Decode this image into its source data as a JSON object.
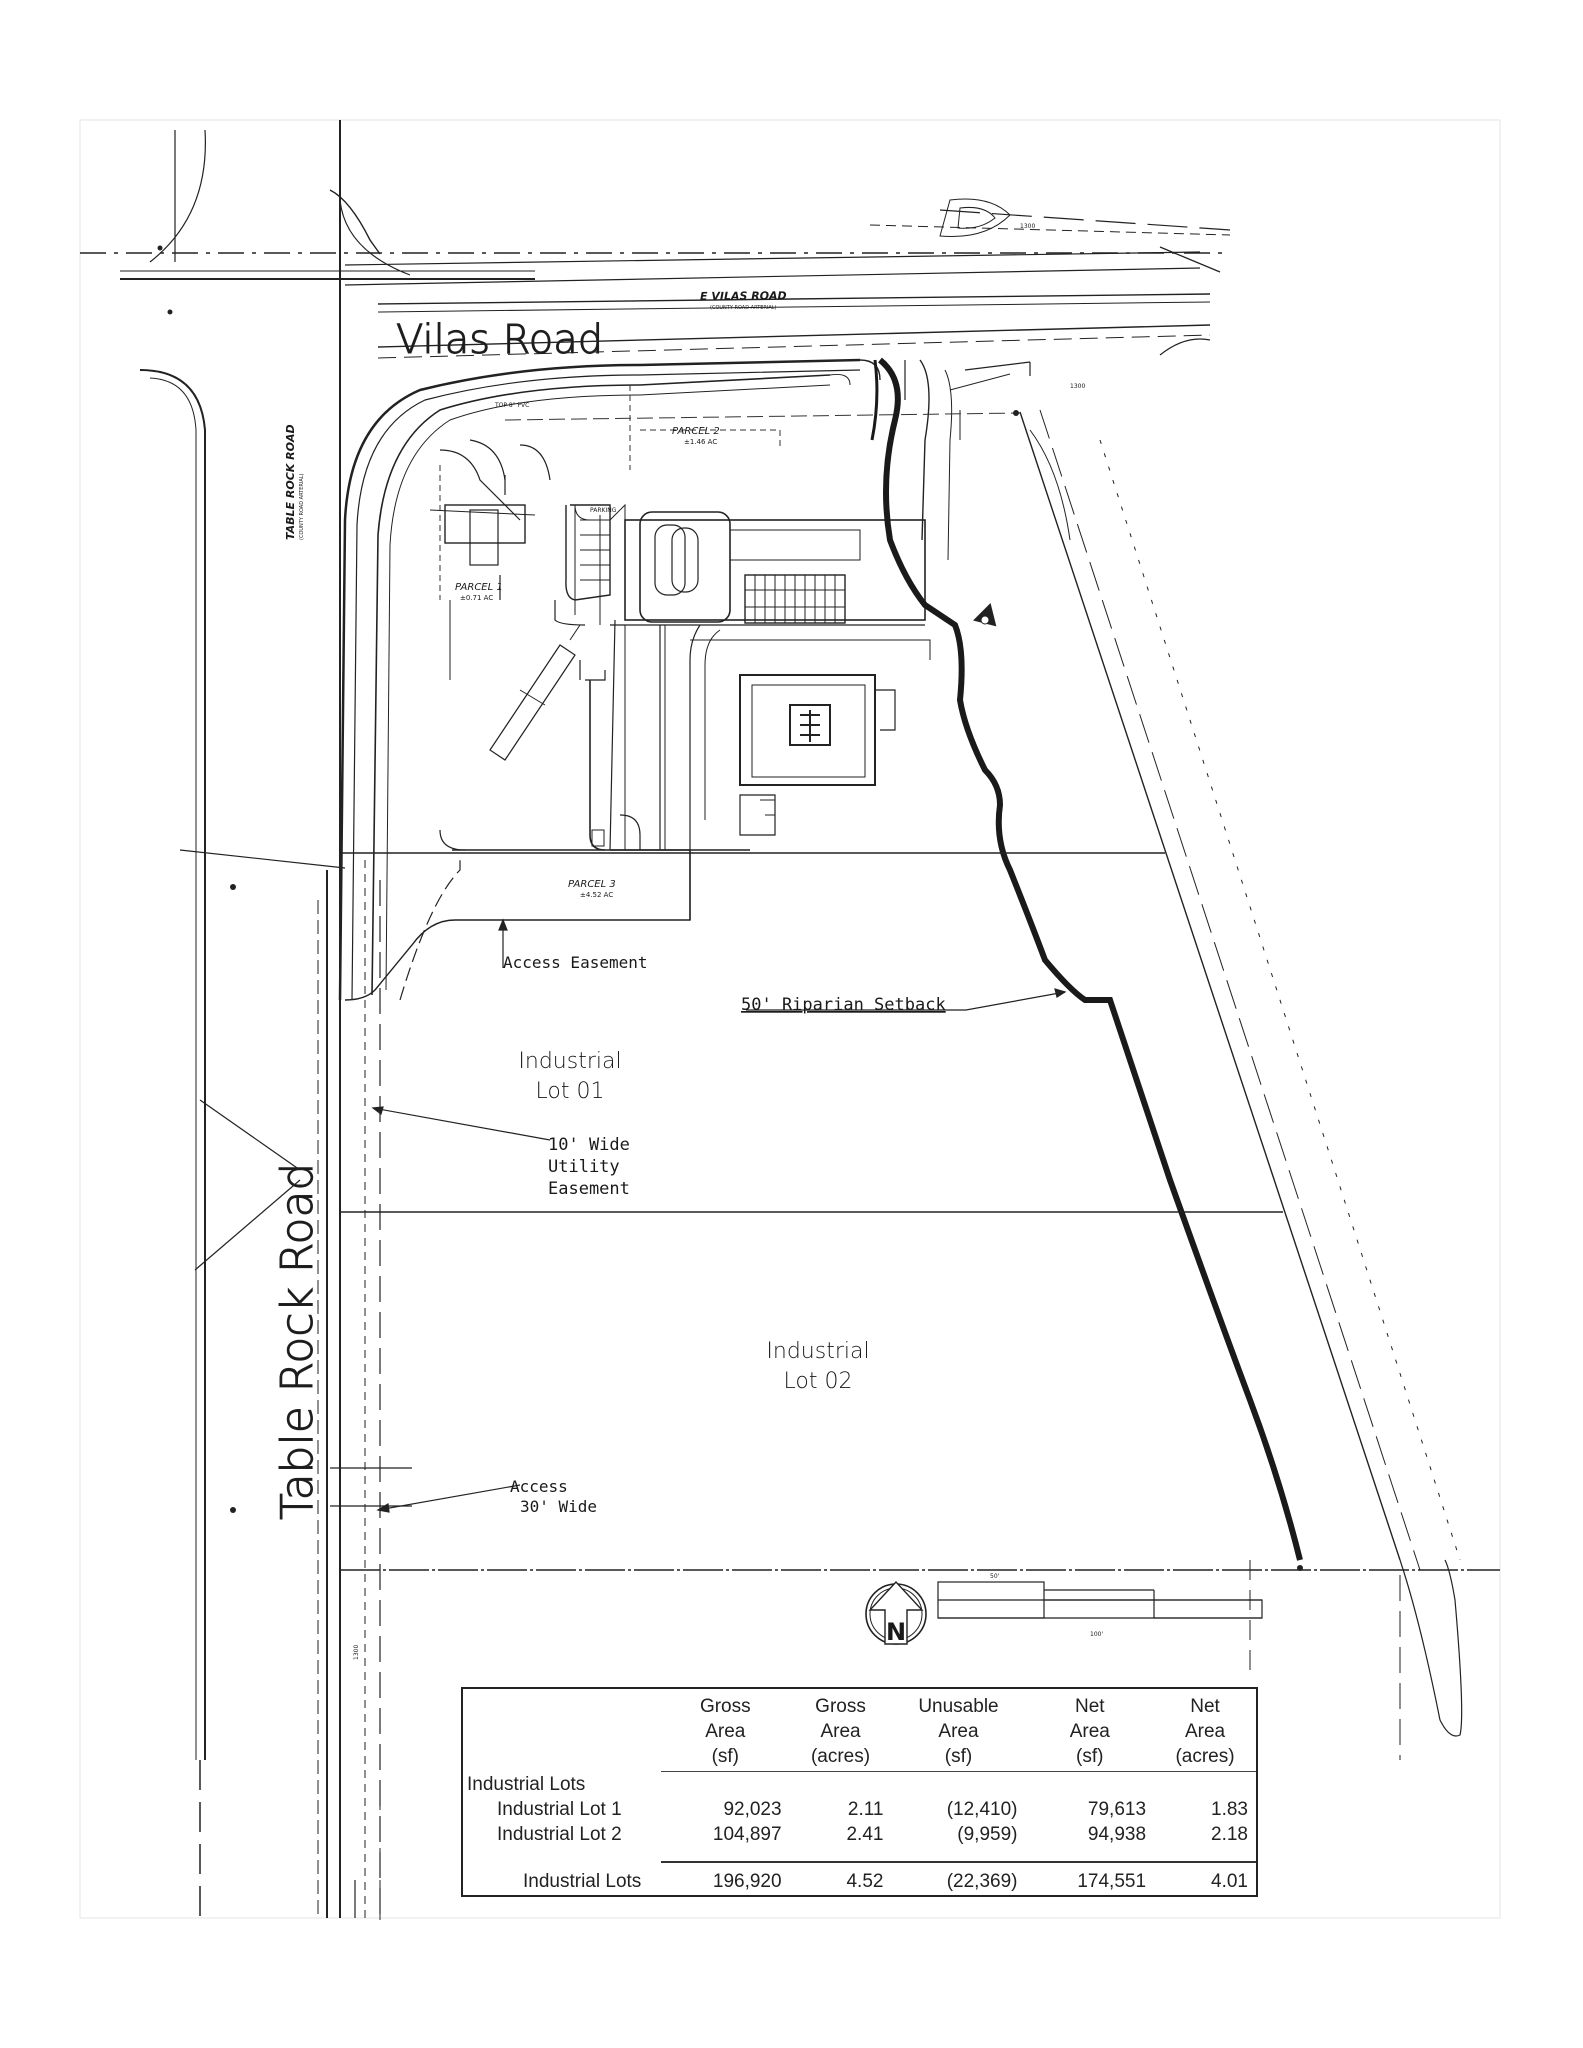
{
  "roads": {
    "vilas_road": "Vilas Road",
    "e_vilas_road": "E VILAS ROAD",
    "e_vilas_road_sub": "(COUNTY ROAD ARTERIAL)",
    "table_rock_road": "Table Rock Road",
    "table_rock_road_small": "TABLE ROCK ROAD",
    "table_rock_road_sub": "(COUNTY ROAD ARTERIAL)"
  },
  "parcels": {
    "parcel1": {
      "name": "PARCEL 1",
      "area": "±0.71 AC"
    },
    "parcel2": {
      "name": "PARCEL 2",
      "area": "±1.46 AC"
    },
    "parcel3": {
      "name": "PARCEL 3",
      "area": "±4.52 AC"
    }
  },
  "lots": {
    "lot01": {
      "line1": "Industrial",
      "line2": "Lot 01"
    },
    "lot02": {
      "line1": "Industrial",
      "line2": "Lot 02"
    }
  },
  "annotations": {
    "access_easement": "Access Easement",
    "riparian_setback": "50' Riparian Setback",
    "utility_line1": "10' Wide",
    "utility_line2": "Utility",
    "utility_line3": "Easement",
    "access_line1": "Access",
    "access_line2": "30' Wide",
    "parking": "PARKING",
    "top_pvc": "TOP 8\" PVC",
    "contour_1": "1300",
    "contour_2": "1300",
    "contour_3": "1300",
    "scale_top": "50'",
    "scale_bottom": "100'"
  },
  "north_arrow": {
    "letter": "N"
  },
  "area_table": {
    "headers": [
      {
        "l1": "Gross",
        "l2": "Area",
        "l3": "(sf)"
      },
      {
        "l1": "Gross",
        "l2": "Area",
        "l3": "(acres)"
      },
      {
        "l1": "Unusable",
        "l2": "Area",
        "l3": "(sf)"
      },
      {
        "l1": "Net",
        "l2": "Area",
        "l3": "(sf)"
      },
      {
        "l1": "Net",
        "l2": "Area",
        "l3": "(acres)"
      }
    ],
    "group_label": "Industrial Lots",
    "rows": [
      {
        "name": "Industrial Lot 1",
        "gross_sf": "92,023",
        "gross_ac": "2.11",
        "unusable_sf": "(12,410)",
        "net_sf": "79,613",
        "net_ac": "1.83"
      },
      {
        "name": "Industrial Lot 2",
        "gross_sf": "104,897",
        "gross_ac": "2.41",
        "unusable_sf": "(9,959)",
        "net_sf": "94,938",
        "net_ac": "2.18"
      }
    ],
    "total": {
      "name": "Industrial Lots",
      "gross_sf": "196,920",
      "gross_ac": "4.52",
      "unusable_sf": "(22,369)",
      "net_sf": "174,551",
      "net_ac": "4.01"
    }
  }
}
